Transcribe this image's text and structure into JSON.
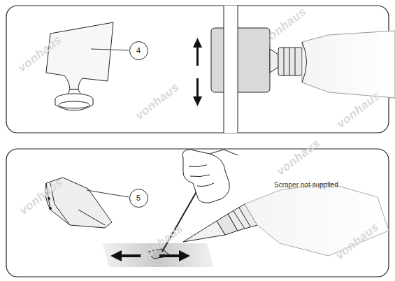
{
  "diagram": {
    "nodes": [
      {
        "text": [
          "4"
        ]
      },
      {
        "text": [
          "5"
        ]
      }
    ],
    "labels": [
      "Scraper not supplied",
      "vonhaus",
      "vonhaus",
      "vonhaus",
      "vonhaus",
      "vonhaus",
      "vonhaus",
      "vonhaus",
      "vonhaus"
    ]
  }
}
